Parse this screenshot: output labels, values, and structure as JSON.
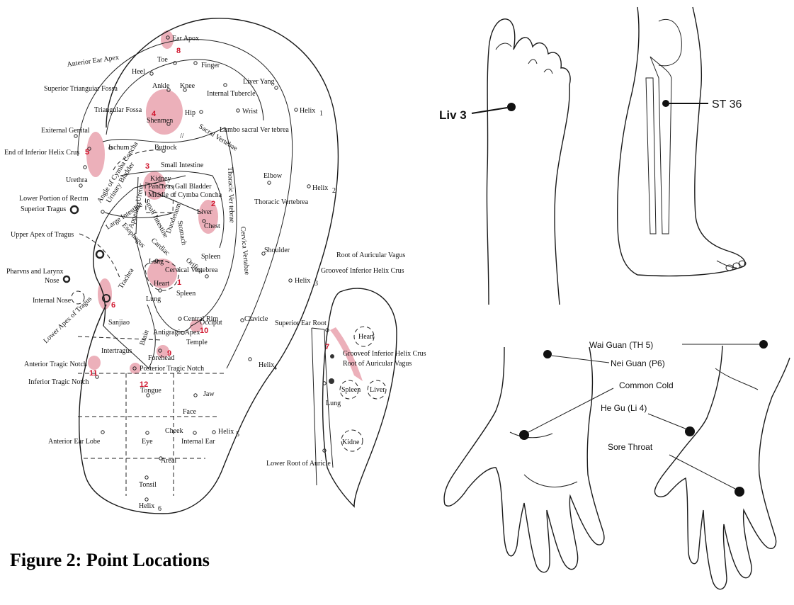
{
  "figure": {
    "caption": "Figure 2: Point Locations"
  },
  "ear": {
    "labels": [
      {
        "id": "ear-apex",
        "text": "Ear Apox"
      },
      {
        "id": "anterior-ear-apex",
        "text": "Anterior Ear Apex"
      },
      {
        "id": "toe",
        "text": "Toe"
      },
      {
        "id": "heel",
        "text": "Heel"
      },
      {
        "id": "finger",
        "text": "Finger"
      },
      {
        "id": "superior-triangular-fossa",
        "text": "Superior Trianguiar Fossa"
      },
      {
        "id": "ankle",
        "text": "Ankle"
      },
      {
        "id": "knee",
        "text": "Knee"
      },
      {
        "id": "internal-tubercle",
        "text": "Internal Tubercle"
      },
      {
        "id": "liver-yang",
        "text": "Liver Yang"
      },
      {
        "id": "triangular-fossa",
        "text": "Triangular Fossa"
      },
      {
        "id": "hip",
        "text": "Hip"
      },
      {
        "id": "wrist",
        "text": "Wrist"
      },
      {
        "id": "helix-1",
        "text": "Helix"
      },
      {
        "id": "shenmen",
        "text": "Shenmen"
      },
      {
        "id": "external-genital",
        "text": "Exiternal Genital"
      },
      {
        "id": "lumbosacral",
        "text": "Lumbo sacral Ver tebrea"
      },
      {
        "id": "sacral-vertebrae",
        "text": "Sacral Vertebae"
      },
      {
        "id": "ischum",
        "text": "Ischum"
      },
      {
        "id": "buttock",
        "text": "Buttock"
      },
      {
        "id": "end-inferior-helix-crus",
        "text": "End of Inferior Helix Crus"
      },
      {
        "id": "angle-cymba-concha",
        "text": "Angle of Cymba Concha"
      },
      {
        "id": "urinary-bladder",
        "text": "Urinary Bladder"
      },
      {
        "id": "small-intestine",
        "text": "Small Intestine"
      },
      {
        "id": "urethra",
        "text": "Urethra"
      },
      {
        "id": "kidney",
        "text": "Kidney"
      },
      {
        "id": "pancreas-gb",
        "text": "Pancreas Gall Bladder"
      },
      {
        "id": "elbow",
        "text": "Elbow"
      },
      {
        "id": "ureter",
        "text": "Ureter"
      },
      {
        "id": "middle-cymba-concha",
        "text": "Middle of Cymba Concha"
      },
      {
        "id": "helix-2",
        "text": "Helix"
      },
      {
        "id": "lower-portion-rectum",
        "text": "Lower Portion of Rectm"
      },
      {
        "id": "large-intestine",
        "text": "Large Intestine"
      },
      {
        "id": "appendix",
        "text": "Appendix"
      },
      {
        "id": "small-intestine-2",
        "text": "Small Intestine"
      },
      {
        "id": "duodenum",
        "text": "Duodenum"
      },
      {
        "id": "liver",
        "text": "Liver"
      },
      {
        "id": "thoracic-vertebrea",
        "text": "Thoracic Vertebrea"
      },
      {
        "id": "superior-tragus",
        "text": "Superior Tragus"
      },
      {
        "id": "thoracic-vertebrae-v",
        "text": "Thoracic Ver tebrae"
      },
      {
        "id": "chest",
        "text": "Chest"
      },
      {
        "id": "upper-apex-tragus",
        "text": "Upper Apex of Tragus"
      },
      {
        "id": "esophagus",
        "text": "Esophagus"
      },
      {
        "id": "cardiac",
        "text": "Cardiac"
      },
      {
        "id": "stomach",
        "text": "Stomach"
      },
      {
        "id": "cervical-vertebrae-v",
        "text": "Cervica Vertabae"
      },
      {
        "id": "spleen",
        "text": "Spleen"
      },
      {
        "id": "shoulder",
        "text": "Shoulder"
      },
      {
        "id": "lung",
        "text": "Lung"
      },
      {
        "id": "orifice",
        "text": "Orifice"
      },
      {
        "id": "cervical-vertebrea",
        "text": "Cervical Vertebrea"
      },
      {
        "id": "pharynx-larynx",
        "text": "Pharvns and Larynx"
      },
      {
        "id": "nose",
        "text": "Nose"
      },
      {
        "id": "trachea",
        "text": "Trachea"
      },
      {
        "id": "heart",
        "text": "Heart"
      },
      {
        "id": "helix-3",
        "text": "Helix"
      },
      {
        "id": "spleen-2",
        "text": "Spleen"
      },
      {
        "id": "internal-nose",
        "text": "Internal Nose"
      },
      {
        "id": "lung-2",
        "text": "Lung"
      },
      {
        "id": "lower-apex-tragus",
        "text": "Lower Apex of Tragus"
      },
      {
        "id": "central-rim",
        "text": "Central Rim"
      },
      {
        "id": "clavicle",
        "text": "Clavicle"
      },
      {
        "id": "sanjiao",
        "text": "Sanjiao"
      },
      {
        "id": "brain",
        "text": "Brain"
      },
      {
        "id": "antigragic-apex",
        "text": "Antigragic Apex"
      },
      {
        "id": "occiput",
        "text": "Occiput"
      },
      {
        "id": "temple",
        "text": "Temple"
      },
      {
        "id": "intertragus",
        "text": "Intertragus"
      },
      {
        "id": "forehead",
        "text": "Forehead"
      },
      {
        "id": "anterior-tragic-notch",
        "text": "Anterior Tragic Notch"
      },
      {
        "id": "helix-4",
        "text": "Helix"
      },
      {
        "id": "posterior-tragic-notch",
        "text": "Posterior Tragic Notch"
      },
      {
        "id": "inferior-tragic-notch",
        "text": "Inferior Tragic Notch"
      },
      {
        "id": "tongue",
        "text": "Tongue"
      },
      {
        "id": "jaw",
        "text": "Jaw"
      },
      {
        "id": "face",
        "text": "Face"
      },
      {
        "id": "anterior-ear-lobe",
        "text": "Anterior Ear Lobe"
      },
      {
        "id": "cheek",
        "text": "Cheek"
      },
      {
        "id": "helix-5",
        "text": "Helix"
      },
      {
        "id": "eye",
        "text": "Eye"
      },
      {
        "id": "internal-ear",
        "text": "Internal Ear"
      },
      {
        "id": "areal",
        "text": "Areal"
      },
      {
        "id": "tonsil",
        "text": "Tonsil"
      },
      {
        "id": "helix-6",
        "text": "Helix"
      }
    ],
    "numbers": [
      "8",
      "4",
      "5",
      "3",
      "2",
      "1",
      "6",
      "10",
      "9",
      "11",
      "12",
      "7"
    ],
    "subscripts": [
      "1",
      "2",
      "3",
      "4",
      "5",
      "6"
    ]
  },
  "posterior_ear": {
    "labels": [
      {
        "id": "root-auricular-vagus",
        "text": "Root of Auricular Vagus"
      },
      {
        "id": "groove-inferior-helix-crus",
        "text": "Grooveof Inferior Helix Crus"
      },
      {
        "id": "superior-ear-root",
        "text": "Superior Ear Root"
      },
      {
        "id": "heart-back",
        "text": "Heart"
      },
      {
        "id": "groove-inferior-helix-crus-2",
        "text": "Grooveof Inferior Helix Crus"
      },
      {
        "id": "root-auricular-vagus-2",
        "text": "Root of Auricular Vagus"
      },
      {
        "id": "spleen-back",
        "text": "Spleen"
      },
      {
        "id": "liver-back",
        "text": "Liver"
      },
      {
        "id": "lung-back",
        "text": "Lung"
      },
      {
        "id": "kidney-back",
        "text": "Kidne"
      },
      {
        "id": "lower-root-auricle",
        "text": "Lower Root of Auricle"
      }
    ]
  },
  "foot": {
    "label": "Liv 3"
  },
  "leg": {
    "label": "ST 36"
  },
  "hands": {
    "labels": [
      "Wai Guan (TH 5)",
      "Nei Guan (P6)",
      "Common Cold",
      "He Gu (Li 4)",
      "Sore Throat"
    ]
  }
}
